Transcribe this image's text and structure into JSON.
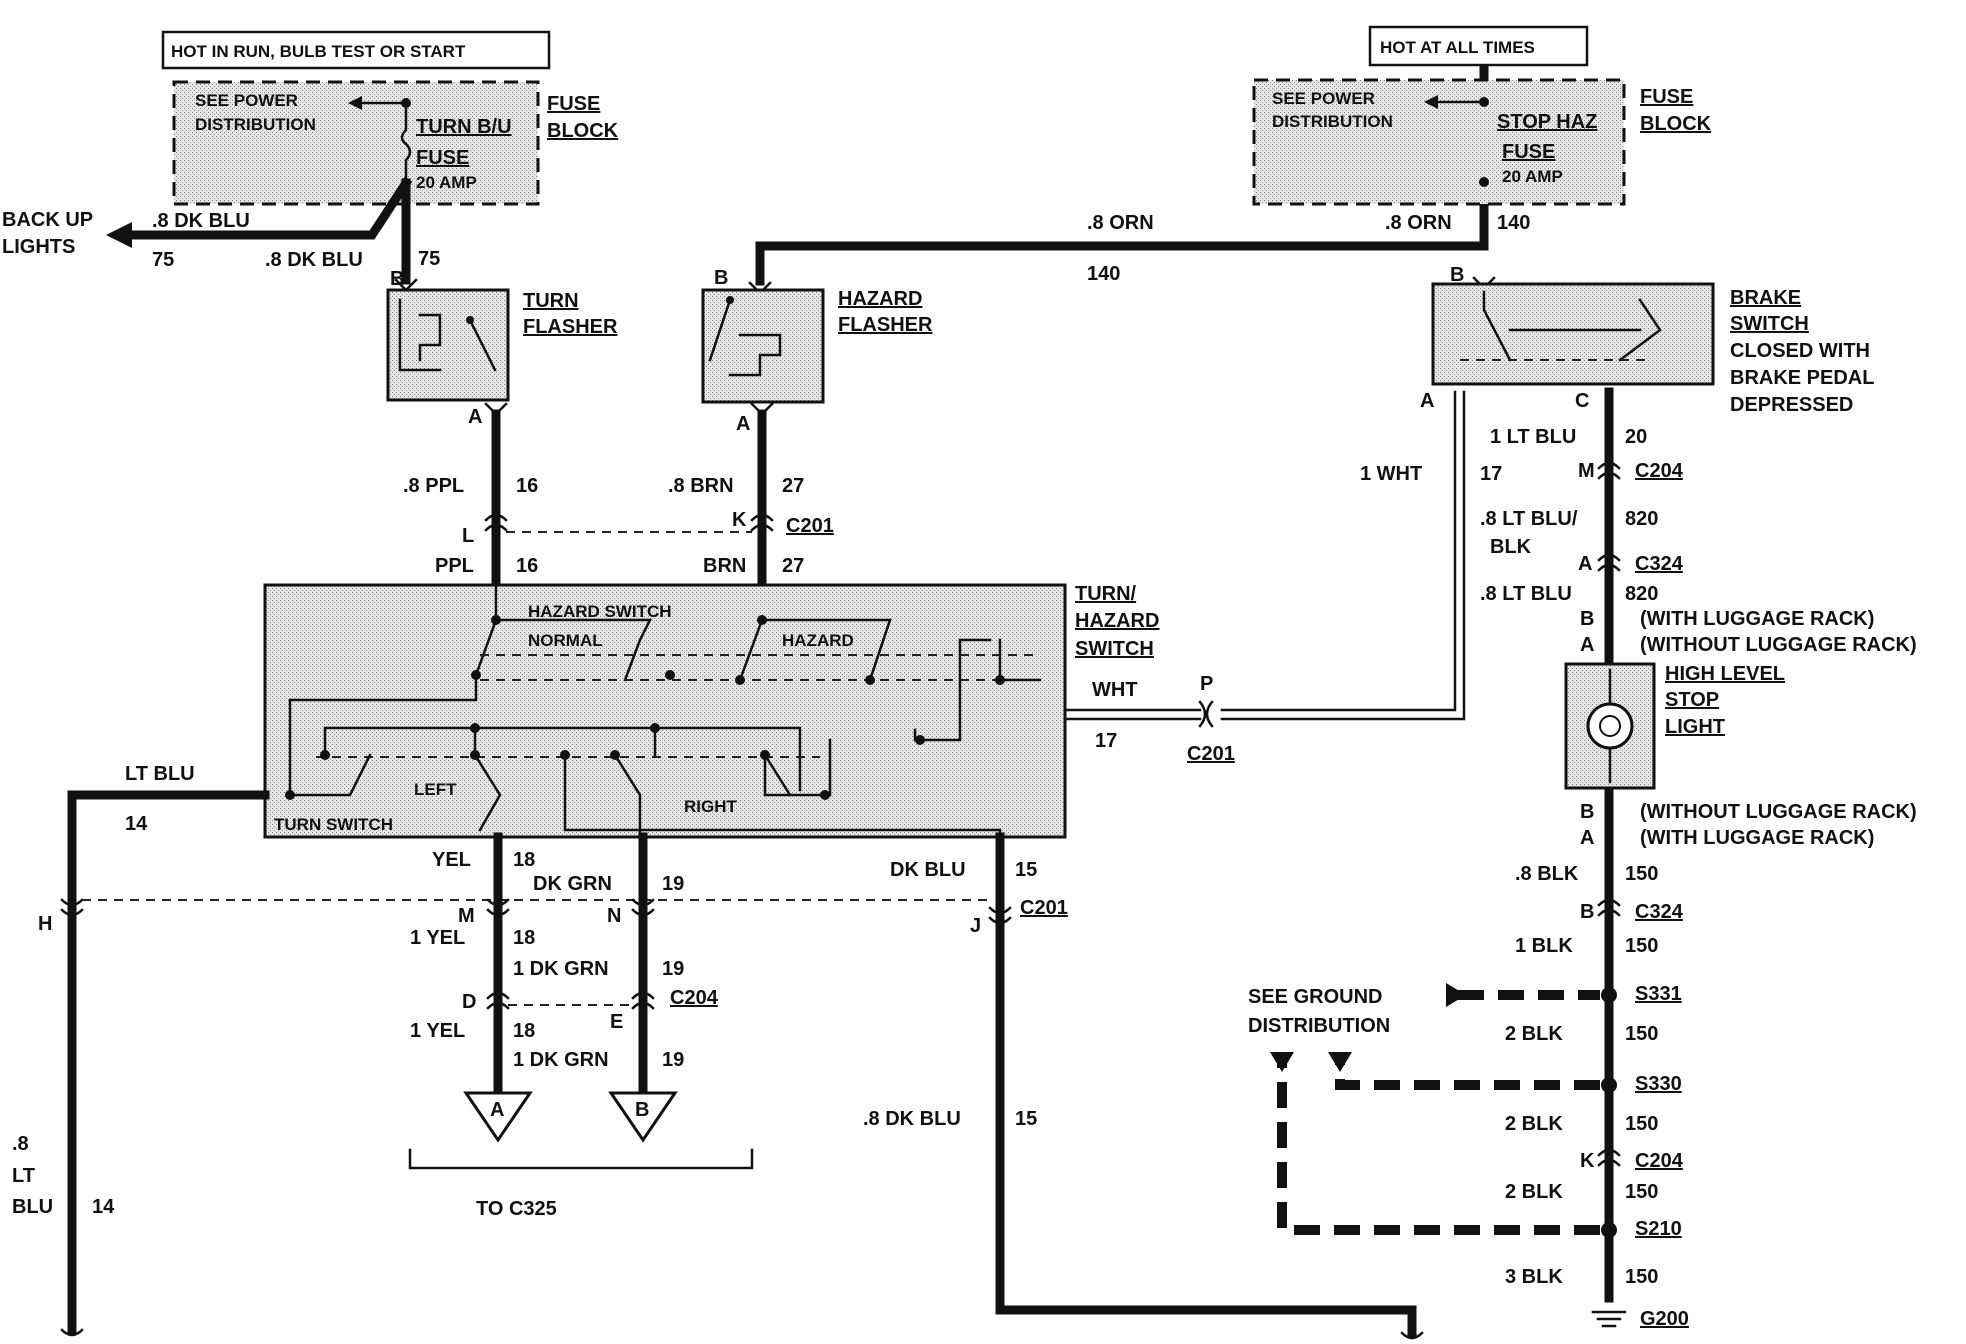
{
  "power": {
    "left_hot": "HOT IN RUN, BULB TEST OR START",
    "right_hot": "HOT AT ALL TIMES",
    "see_power_1": "SEE POWER",
    "see_power_2": "DISTRIBUTION",
    "fuse_block_1": "FUSE",
    "fuse_block_2": "BLOCK",
    "left_fuse_name": "TURN B/U",
    "right_fuse_name": "STOP HAZ",
    "fuse_word": "FUSE",
    "fuse_rating": "20 AMP"
  },
  "backup": {
    "label_1": "BACK UP",
    "label_2": "LIGHTS",
    "wire_top": ".8 DK BLU",
    "wire_bottom": ".8 DK BLU",
    "circuit": "75",
    "circuit_right": "75"
  },
  "components": {
    "turn_flasher_1": "TURN",
    "turn_flasher_2": "FLASHER",
    "hazard_flasher_1": "HAZARD",
    "hazard_flasher_2": "FLASHER",
    "brake_switch_1": "BRAKE",
    "brake_switch_2": "SWITCH",
    "brake_switch_3": "CLOSED WITH",
    "brake_switch_4": "BRAKE PEDAL",
    "brake_switch_5": "DEPRESSED",
    "turn_hazard_1": "TURN/",
    "turn_hazard_2": "HAZARD",
    "turn_hazard_3": "SWITCH",
    "hazard_switch": "HAZARD SWITCH",
    "normal": "NORMAL",
    "hazard": "HAZARD",
    "left": "LEFT",
    "right": "RIGHT",
    "turn_switch": "TURN SWITCH",
    "stop_light_1": "HIGH LEVEL",
    "stop_light_2": "STOP",
    "stop_light_3": "LIGHT"
  },
  "pins": {
    "A": "A",
    "B": "B",
    "C": "C",
    "D": "D",
    "E": "E",
    "H": "H",
    "J": "J",
    "K": "K",
    "L": "L",
    "M": "M",
    "N": "N",
    "P": "P"
  },
  "wires": {
    "orn_1": ".8 ORN",
    "orn_2": ".8 ORN",
    "c140": "140",
    "ppl": ".8 PPL",
    "ppl_short": "PPL",
    "c16": "16",
    "brn": ".8 BRN",
    "brn_short": "BRN",
    "c27": "27",
    "wht_1": "1 WHT",
    "wht": "WHT",
    "c17": "17",
    "ltblu_1": "1 LT BLU",
    "c20": "20",
    "ltblu_blk_1": ".8 LT BLU/",
    "ltblu_blk_2": "BLK",
    "c820": "820",
    "ltblu_8": ".8 LT BLU",
    "lt_blu": "LT BLU",
    "c14": "14",
    "lt_8": ".8",
    "lt_lt": "LT",
    "lt_blu_v": "BLU",
    "yel": "YEL",
    "yel_1": "1 YEL",
    "c18": "18",
    "dkgrn": "DK GRN",
    "dkgrn_1": "1 DK GRN",
    "c19": "19",
    "dkblu": "DK BLU",
    "dkblu_8": ".8 DK BLU",
    "c15": "15",
    "blk_8": ".8 BLK",
    "blk_1": "1 BLK",
    "blk_2": "2 BLK",
    "blk_3": "3 BLK",
    "c150": "150"
  },
  "connectors": {
    "c201": "C201",
    "c204": "C204",
    "c324": "C324",
    "s331": "S331",
    "s330": "S330",
    "s210": "S210",
    "g200": "G200"
  },
  "luggage": {
    "with": "(WITH LUGGAGE RACK)",
    "without": "(WITHOUT LUGGAGE RACK)"
  },
  "ground": {
    "see_1": "SEE GROUND",
    "see_2": "DISTRIBUTION"
  },
  "bottom": {
    "arrow_a": "A",
    "arrow_b": "B",
    "to": "TO C325"
  }
}
